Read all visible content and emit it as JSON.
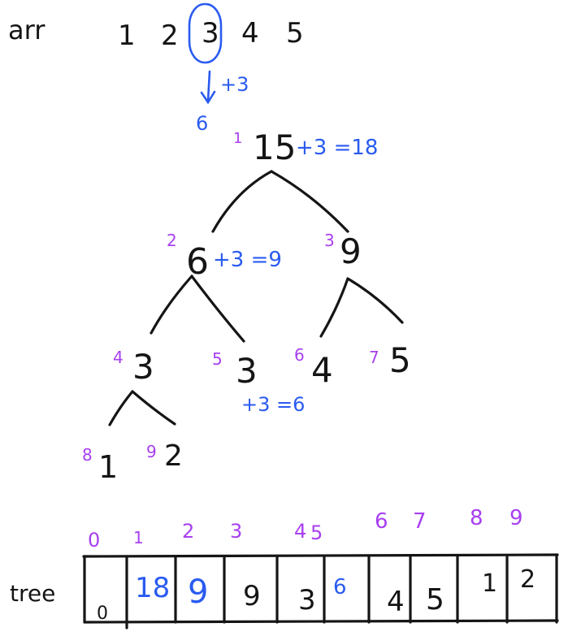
{
  "array": {
    "label": "arr",
    "values": [
      "1",
      "2",
      "3",
      "4",
      "5"
    ],
    "highlighted_index": 2,
    "update_note": "+3",
    "updated_value": "6"
  },
  "tree": {
    "nodes": [
      {
        "index": "1",
        "value": "15",
        "update": "+3 =18"
      },
      {
        "index": "2",
        "value": "6",
        "update": "+3 =9"
      },
      {
        "index": "3",
        "value": "9",
        "update": ""
      },
      {
        "index": "4",
        "value": "3",
        "update": ""
      },
      {
        "index": "5",
        "value": "3",
        "update": "+3 =6"
      },
      {
        "index": "6",
        "value": "4",
        "update": ""
      },
      {
        "index": "7",
        "value": "5",
        "update": ""
      },
      {
        "index": "8",
        "value": "1",
        "update": ""
      },
      {
        "index": "9",
        "value": "2",
        "update": ""
      }
    ]
  },
  "tree_array": {
    "label": "tree",
    "indices": [
      "0",
      "1",
      "2",
      "3",
      "4",
      "5",
      "6",
      "7",
      "8",
      "9"
    ],
    "cells": [
      {
        "value": "0",
        "color": "black"
      },
      {
        "value": "18",
        "color": "blue"
      },
      {
        "value": "9",
        "color": "blue"
      },
      {
        "value": "9",
        "color": "black"
      },
      {
        "value": "3",
        "color": "black"
      },
      {
        "value": "6",
        "color": "blue"
      },
      {
        "value": "4",
        "color": "black"
      },
      {
        "value": "5",
        "color": "black"
      },
      {
        "value": "1",
        "color": "black"
      },
      {
        "value": "2",
        "color": "black"
      }
    ]
  },
  "colors": {
    "ink": "#151515",
    "update": "#2a5bf0",
    "index": "#a83ff0"
  }
}
